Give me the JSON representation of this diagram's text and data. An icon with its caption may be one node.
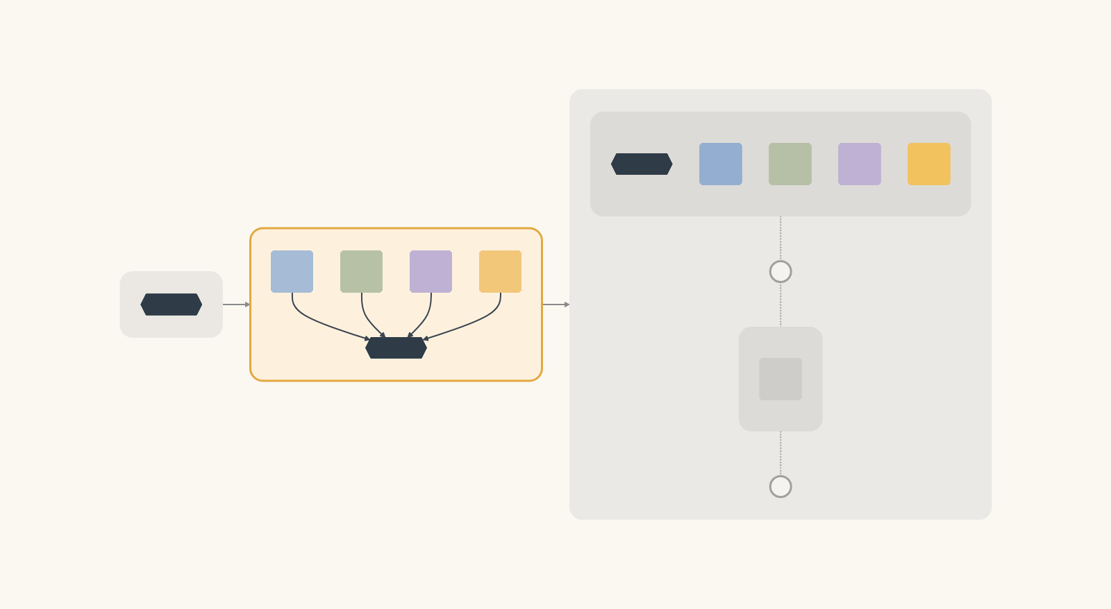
{
  "diagram": {
    "nodes": [
      {
        "text": [],
        "shape": "box"
      },
      {
        "text": [],
        "shape": "octagon",
        "in": 0
      },
      {
        "text": [],
        "shape": "box"
      },
      {
        "text": [],
        "shape": "box",
        "in": 2
      },
      {
        "text": [],
        "shape": "box",
        "in": 2
      },
      {
        "text": [],
        "shape": "octagon",
        "in": 2
      },
      {
        "text": [],
        "shape": "box",
        "in": 2
      },
      {
        "text": [],
        "shape": "box",
        "in": 2
      },
      {
        "text": [],
        "shape": "box"
      },
      {
        "text": [],
        "shape": "box",
        "in": 8
      },
      {
        "text": [],
        "shape": "octagon",
        "in": 9
      },
      {
        "text": [],
        "shape": "box",
        "in": 9
      },
      {
        "text": [],
        "shape": "box",
        "in": 9
      },
      {
        "text": [],
        "shape": "box",
        "in": 9
      },
      {
        "text": [],
        "shape": "box",
        "in": 9
      },
      {
        "text": [],
        "shape": "circle",
        "in": 8
      },
      {
        "text": [],
        "shape": "box",
        "in": 8
      },
      {
        "text": [],
        "shape": "box",
        "in": 16
      },
      {
        "text": [],
        "shape": "circle",
        "in": 8
      }
    ],
    "edges": [
      {
        "from": 0,
        "to": 2,
        "arrow": "to",
        "color": "#8a8a8a"
      },
      {
        "from": 2,
        "to": 8,
        "arrow": "to",
        "color": "#8a8a8a"
      },
      {
        "from": 3,
        "to": 5,
        "arrow": "to"
      },
      {
        "from": 4,
        "to": 5,
        "arrow": "to"
      },
      {
        "from": 6,
        "to": 5,
        "arrow": "to"
      },
      {
        "from": 7,
        "to": 5,
        "arrow": "to"
      },
      {
        "from": 9,
        "to": 15,
        "arrow": "none",
        "style": "dashed",
        "color": "#a0a0a0"
      },
      {
        "from": 15,
        "to": 16,
        "arrow": "none",
        "style": "dashed",
        "color": "#a0a0a0"
      },
      {
        "from": 16,
        "to": 18,
        "arrow": "none",
        "style": "dashed",
        "color": "#a0a0a0"
      }
    ]
  }
}
